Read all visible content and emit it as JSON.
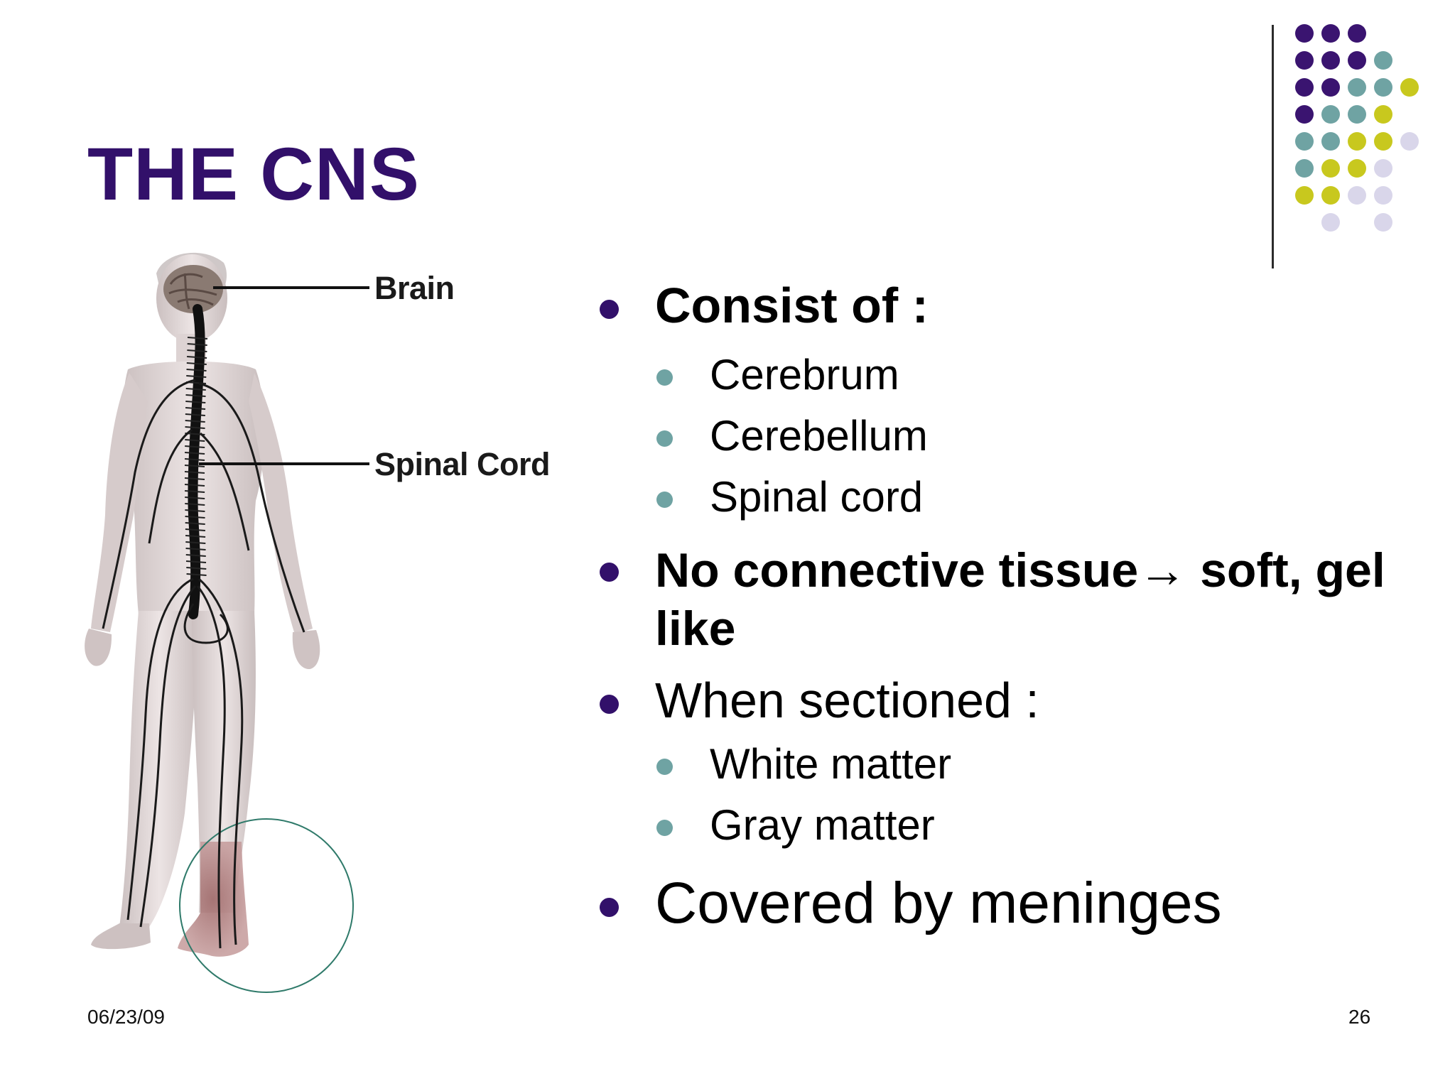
{
  "slide": {
    "title": "THE CNS",
    "figure": {
      "label_brain": "Brain",
      "label_spinal": "Spinal Cord"
    },
    "bullets": {
      "consist": "Consist of :",
      "consist_items": [
        "Cerebrum",
        "Cerebellum",
        "Spinal cord"
      ],
      "no_connective": "No connective tissue→ soft, gel like",
      "sectioned": "When sectioned :",
      "sectioned_items": [
        "White matter",
        "Gray matter"
      ],
      "covered": "Covered by meninges"
    },
    "footer": {
      "date": "06/23/09",
      "page_number": "26"
    }
  },
  "colors": {
    "title": "#32106a",
    "bullet_primary": "#32106a",
    "bullet_secondary": "#6fa3a3",
    "dot_purple": "#3a1470",
    "dot_teal": "#6fa3a3",
    "dot_yellow": "#c8c81e",
    "dot_lavender": "#d9d6ea"
  }
}
